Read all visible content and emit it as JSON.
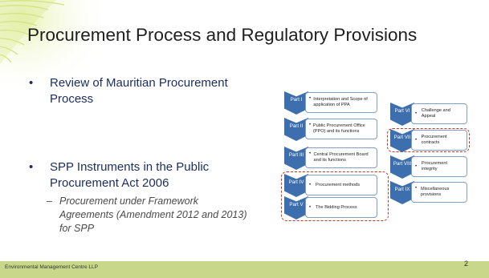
{
  "slide": {
    "title": "Procurement Process and Regulatory Provisions",
    "bullets": [
      {
        "marker": "•",
        "text": "Review of Mauritian Procurement Process"
      },
      {
        "marker": "•",
        "text": "SPP Instruments in the Public Procurement Act 2006"
      }
    ],
    "sub_bullet": {
      "marker": "–",
      "text": "Procurement under Framework Agreements (Amendment 2012 and 2013) for SPP"
    },
    "footer": "Environmental Management Centre LLP",
    "page_number": "2"
  },
  "diagram": {
    "left_parts": [
      {
        "part": "Part I",
        "bullet": "•",
        "text": "Interpretation and Scope of application of PPA"
      },
      {
        "part": "Part II",
        "bullet": "•",
        "text": "Public Procurement Office (PPO) and its functions"
      },
      {
        "part": "Part III",
        "bullet": "•",
        "text": "Central Procurement Board and its functions"
      },
      {
        "part": "Part IV",
        "bullet": "•",
        "text": "Procurement methods"
      },
      {
        "part": "Part V",
        "bullet": "•",
        "text": "The Bidding Process"
      }
    ],
    "right_parts": [
      {
        "part": "Part VI",
        "bullet": "•",
        "text": "Challenge and Appeal"
      },
      {
        "part": "Part VII",
        "bullet": "•",
        "text": "Procurement contracts"
      },
      {
        "part": "Part VIII",
        "bullet": "•",
        "text": "Procurement integrity"
      },
      {
        "part": "Part IX",
        "bullet": "•",
        "text": "Miscellaneous provisions"
      }
    ]
  },
  "colors": {
    "chevron": "#3d6fae",
    "box_border": "#7f9dc5",
    "highlight_dash": "#c0392b",
    "footer_bar": "#c9d78a",
    "bullet_text": "#1b2d5f"
  }
}
